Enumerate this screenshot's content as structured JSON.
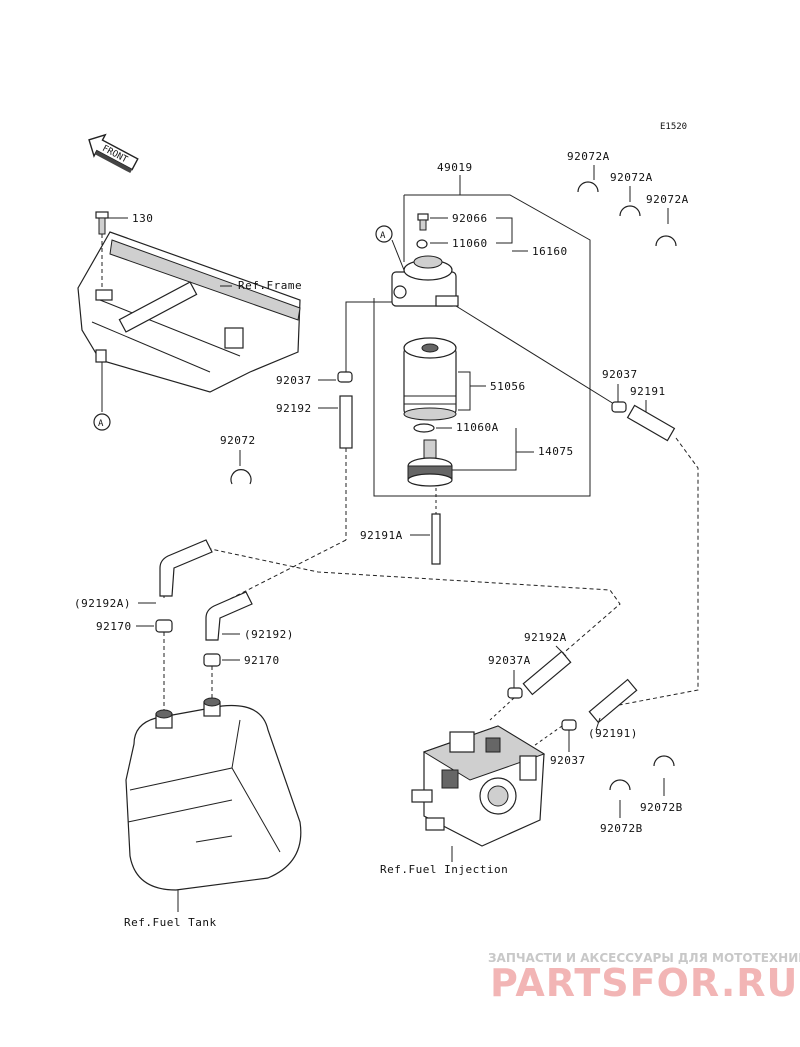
{
  "diagram_id": "E1520",
  "front_arrow": "FRONT",
  "labels": {
    "l130": "130",
    "ref_frame": "Ref.Frame",
    "a_left": "A",
    "a_filter": "A",
    "l49019": "49019",
    "l92066": "92066",
    "l11060": "11060",
    "l16160": "16160",
    "l92037_left": "92037",
    "l92192": "92192",
    "l51056": "51056",
    "l11060A": "11060A",
    "l14075": "14075",
    "l92072": "92072",
    "l92191A": "92191A",
    "l92072A_1": "92072A",
    "l92072A_2": "92072A",
    "l92072A_3": "92072A",
    "l92037_right": "92037",
    "l92191": "92191",
    "l92192A_paren": "(92192A)",
    "l92170_1": "92170",
    "l92192_paren": "(92192)",
    "l92170_2": "92170",
    "l92192A": "92192A",
    "l92037A": "92037A",
    "l92191_paren": "(92191)",
    "l92037_bottom": "92037",
    "l92072B_1": "92072B",
    "l92072B_2": "92072B",
    "ref_fuel_injection": "Ref.Fuel Injection",
    "ref_fuel_tank": "Ref.Fuel Tank"
  },
  "watermark": {
    "tagline": "ЗАПЧАСТИ И АКСЕССУАРЫ ДЛЯ МОТОТЕХНИКИ",
    "logo": "PARTSFOR.RU",
    "color": "#f2b5b5"
  }
}
